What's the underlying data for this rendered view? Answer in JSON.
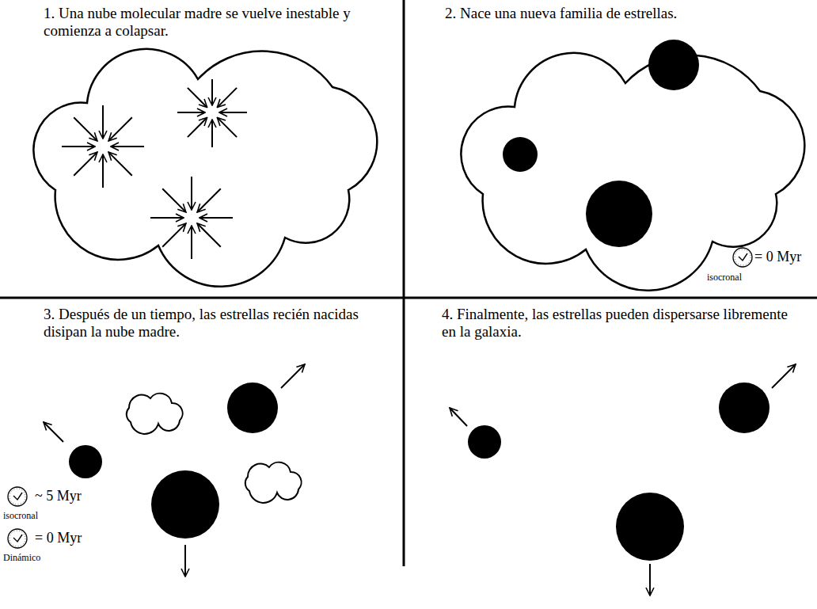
{
  "diagram": {
    "labels": [
      "1. Una nube molecular madre se vuelve inestable y comienza a colapsar.",
      "2. Nace una nueva familia de estrellas.",
      "= 0 Myr",
      "isocronal",
      "3. Después de un tiempo, las estrellas recién nacidas disipan la nube madre.",
      "~ 5 Myr",
      "isocronal",
      "= 0 Myr",
      "Dinámico",
      "4. Finalmente, las estrellas pueden dispersarse libremente en la galaxia."
    ]
  }
}
